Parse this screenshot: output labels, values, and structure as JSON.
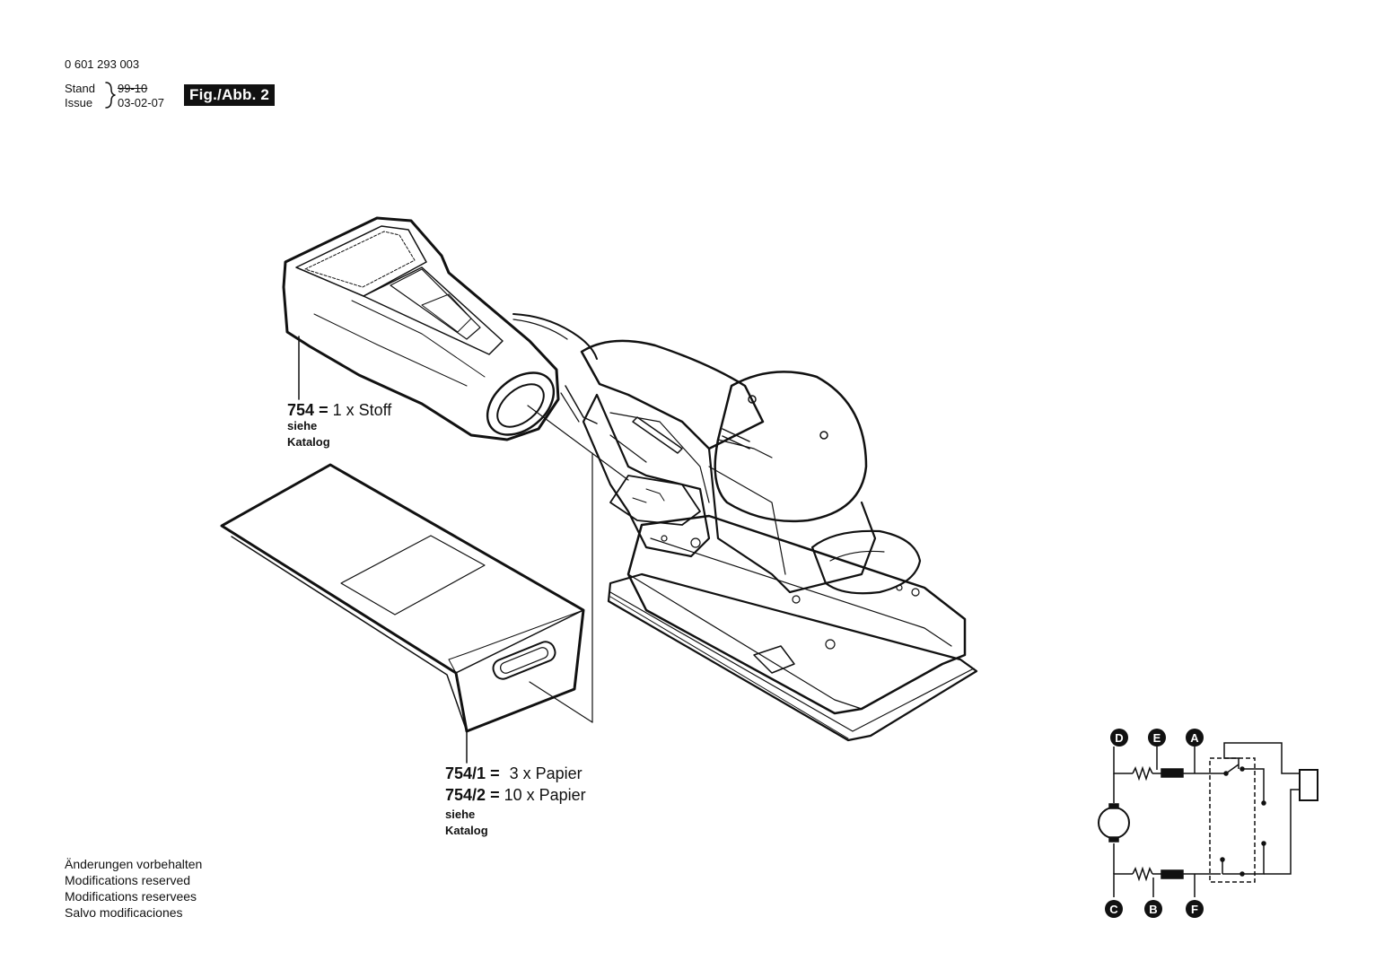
{
  "header": {
    "part_number": "0 601 293 003",
    "stand_label": "Stand",
    "issue_label": "Issue",
    "stand_old_date": "99-10",
    "issue_date": "03-02-07",
    "figure_badge": "Fig./Abb. 2"
  },
  "callouts": {
    "cloth_bag": {
      "part": "754",
      "equals": "=",
      "text": "1 x Stoff",
      "note_line1": "siehe",
      "note_line2": "Katalog"
    },
    "paper_bag": {
      "part1": "754/1",
      "part2": "754/2",
      "equals": "=",
      "text1": "3 x Papier",
      "text2": "10 x Papier",
      "note_line1": "siehe",
      "note_line2": "Katalog"
    }
  },
  "footer_notes": [
    "Änderungen vorbehalten",
    "Modifications reserved",
    "Modifications reservees",
    "Salvo modificaciones"
  ],
  "wiring_nodes": {
    "D": "D",
    "E": "E",
    "A": "A",
    "C": "C",
    "B": "B",
    "F": "F"
  }
}
